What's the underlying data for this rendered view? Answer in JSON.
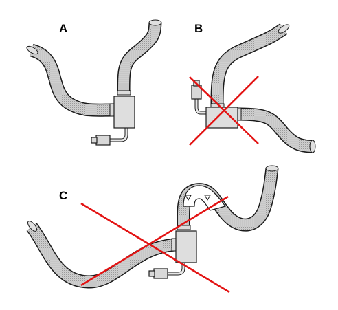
{
  "panels": [
    {
      "label": "A",
      "status": "correct"
    },
    {
      "label": "B",
      "status": "incorrect"
    },
    {
      "label": "C",
      "status": "incorrect"
    }
  ],
  "colors": {
    "hose_fill": "#cfcfcf",
    "hose_outline": "#1a1a1a",
    "component_fill": "#dedede",
    "component_outline": "#1a1a1a",
    "cross_mark": "#e31313",
    "trap_fill": "#ffffff",
    "background": "#ffffff"
  },
  "icons": {
    "cross_mark": "red-x-mark-icon",
    "water_level": "triangle-down-icon"
  }
}
